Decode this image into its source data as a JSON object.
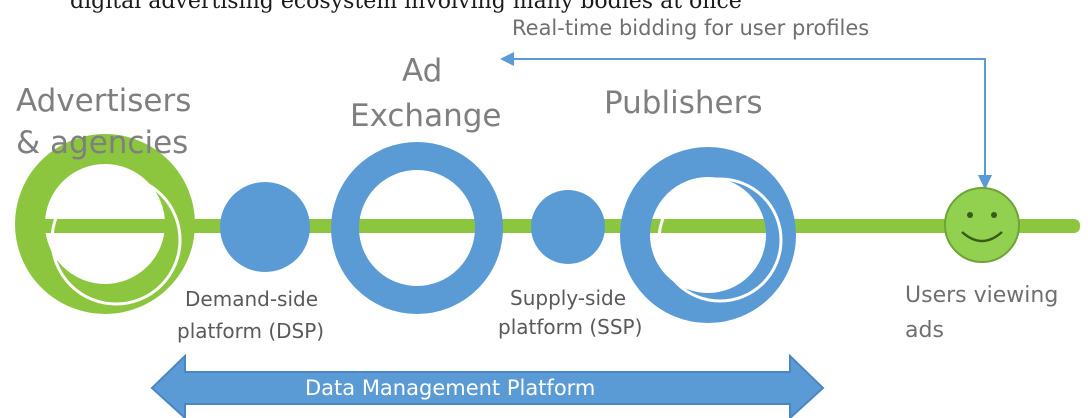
{
  "top_partial_text": "digital advertising ecosystem involving many bodies at once",
  "rtb_label": "Real-time bidding for user profiles",
  "nodes": {
    "advertisers": {
      "line1": "Advertisers",
      "line2": "& agencies"
    },
    "ad_exchange": {
      "line1": "Ad",
      "line2": "Exchange"
    },
    "publishers": {
      "line1": "Publishers"
    },
    "dsp": {
      "line1": "Demand-side",
      "line2": "platform (DSP)"
    },
    "ssp": {
      "line1": "Supply-side",
      "line2": "platform (SSP)"
    },
    "users": {
      "line1": "Users viewing",
      "line2": "ads"
    }
  },
  "dmp_label": "Data Management Platform",
  "colors": {
    "green": "#8cc63f",
    "green_light": "#92d050",
    "blue": "#5b9bd5",
    "blue_dark": "#4a86c4",
    "text_gray": "#7f7f7f"
  },
  "icons": {
    "users": "smiley-face-icon",
    "rtb": "bent-arrow-icon",
    "dmp": "double-headed-arrow-icon"
  }
}
